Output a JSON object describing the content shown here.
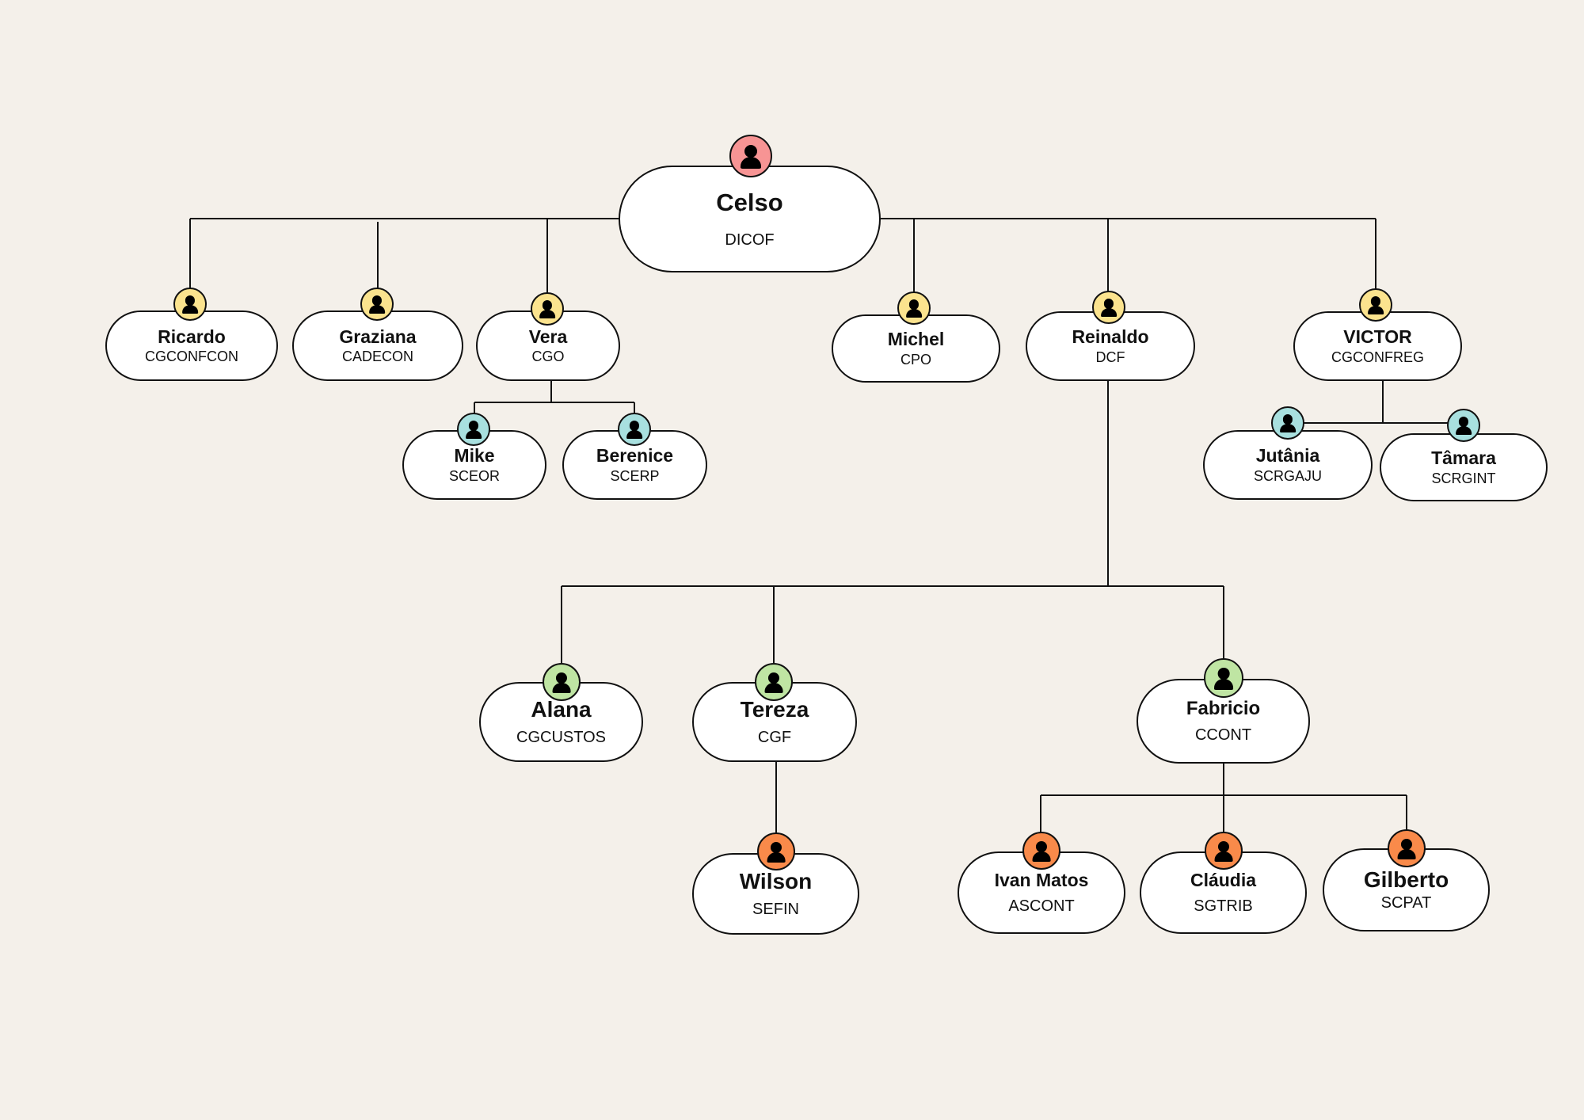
{
  "chart": "org-chart",
  "colors": {
    "level0": "#f79494",
    "level1": "#fbe38e",
    "level2_side": "#a8e0df",
    "level2": "#bfe5a3",
    "level3": "#f98a4a",
    "background": "#f4f0ea"
  },
  "nodes": {
    "celso": {
      "name": "Celso",
      "unit": "DICOF"
    },
    "ricardo": {
      "name": "Ricardo",
      "unit": "CGCONFCON"
    },
    "graziana": {
      "name": "Graziana",
      "unit": "CADECON"
    },
    "vera": {
      "name": "Vera",
      "unit": "CGO"
    },
    "michel": {
      "name": "Michel",
      "unit": "CPO"
    },
    "reinaldo": {
      "name": "Reinaldo",
      "unit": "DCF"
    },
    "victor": {
      "name": "VICTOR",
      "unit": "CGCONFREG"
    },
    "mike": {
      "name": "Mike",
      "unit": "SCEOR"
    },
    "berenice": {
      "name": "Berenice",
      "unit": "SCERP"
    },
    "jutania": {
      "name": "Jutânia",
      "unit": "SCRGAJU"
    },
    "tamara": {
      "name": "Tâmara",
      "unit": "SCRGINT"
    },
    "alana": {
      "name": "Alana",
      "unit": "CGCUSTOS"
    },
    "tereza": {
      "name": "Tereza",
      "unit": "CGF"
    },
    "fabricio": {
      "name": "Fabricio",
      "unit": "CCONT"
    },
    "wilson": {
      "name": "Wilson",
      "unit": "SEFIN"
    },
    "ivan": {
      "name": "Ivan Matos",
      "unit": "ASCONT"
    },
    "claudia": {
      "name": "Cláudia",
      "unit": "SGTRIB"
    },
    "gilberto": {
      "name": "Gilberto",
      "unit": "SCPAT"
    }
  }
}
